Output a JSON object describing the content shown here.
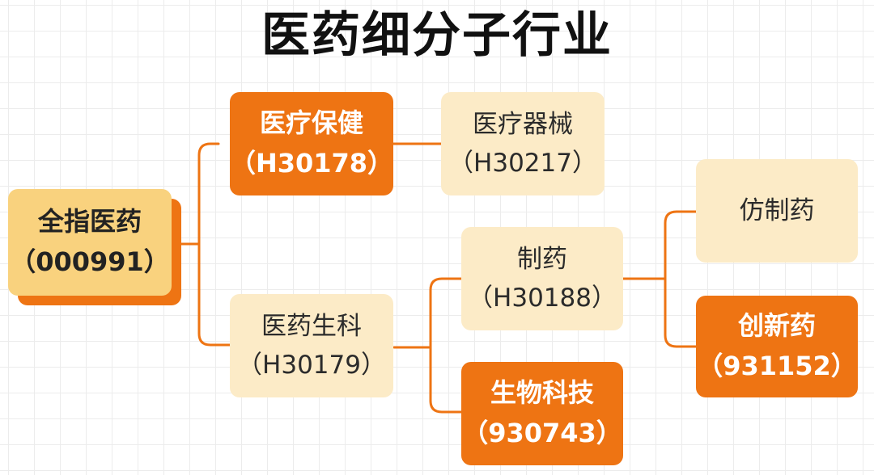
{
  "title": "医药细分子行业",
  "colors": {
    "accent": "#ee7413",
    "root_fill": "#f9d27e",
    "light_fill": "#fcebc7",
    "grid": "#ececec"
  },
  "nodes": {
    "root": {
      "name": "全指医药",
      "code": "（000991）"
    },
    "healthcare": {
      "name": "医疗保健",
      "code": "（H30178）"
    },
    "medical_devices": {
      "name": "医疗器械",
      "code": "（H30217）"
    },
    "pharma_biotech": {
      "name": "医药生科",
      "code": "（H30179）"
    },
    "pharmaceuticals": {
      "name": "制药",
      "code": "（H30188）"
    },
    "biotech": {
      "name": "生物科技",
      "code": "（930743）"
    },
    "generic_drugs": {
      "name": "仿制药"
    },
    "innovative_drugs": {
      "name": "创新药",
      "code": "（931152）"
    }
  },
  "edges": [
    [
      "root",
      "healthcare"
    ],
    [
      "root",
      "pharma_biotech"
    ],
    [
      "healthcare",
      "medical_devices"
    ],
    [
      "pharma_biotech",
      "pharmaceuticals"
    ],
    [
      "pharma_biotech",
      "biotech"
    ],
    [
      "pharmaceuticals",
      "generic_drugs"
    ],
    [
      "pharmaceuticals",
      "innovative_drugs"
    ]
  ]
}
